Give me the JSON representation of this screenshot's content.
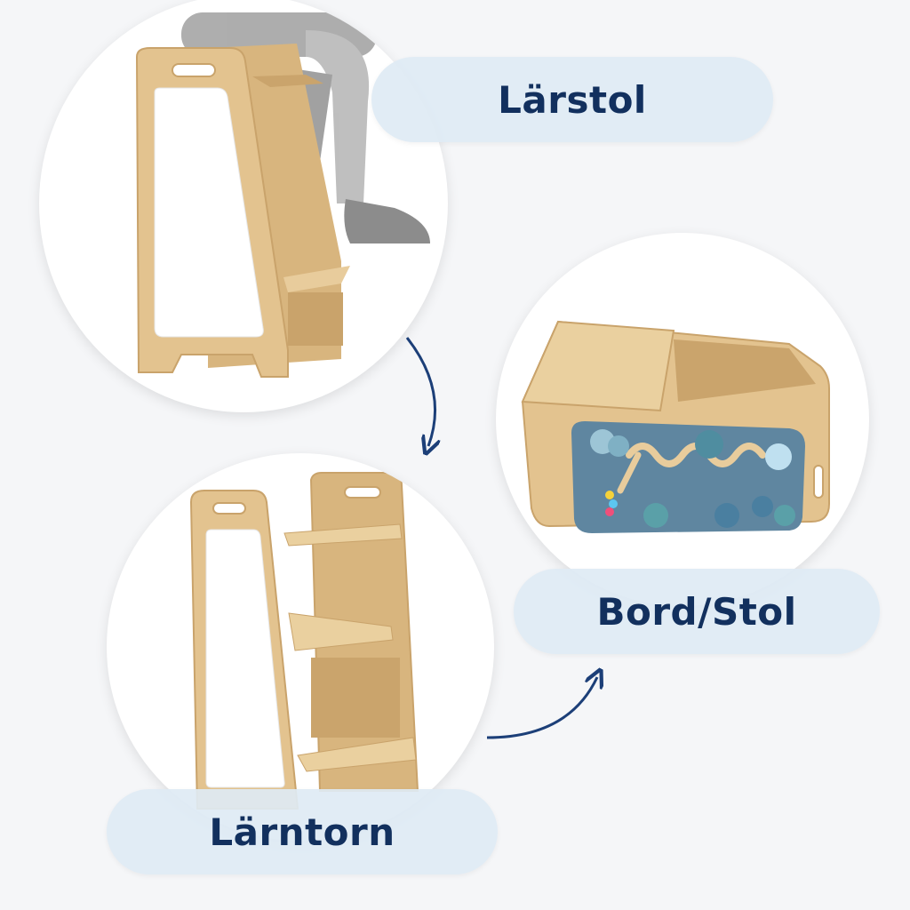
{
  "labels": {
    "learning_chair": "Lärstol",
    "table_chair": "Bord/Stol",
    "learning_tower": "Lärntorn"
  },
  "colors": {
    "wood": "#e3c38f",
    "wood_dark": "#c9a36b",
    "whiteboard": "#ffffff",
    "board_blue": "#5f86a0",
    "label_text": "#12305e",
    "pill_bg": "#deeaf4",
    "arrow": "#1c3f78"
  }
}
